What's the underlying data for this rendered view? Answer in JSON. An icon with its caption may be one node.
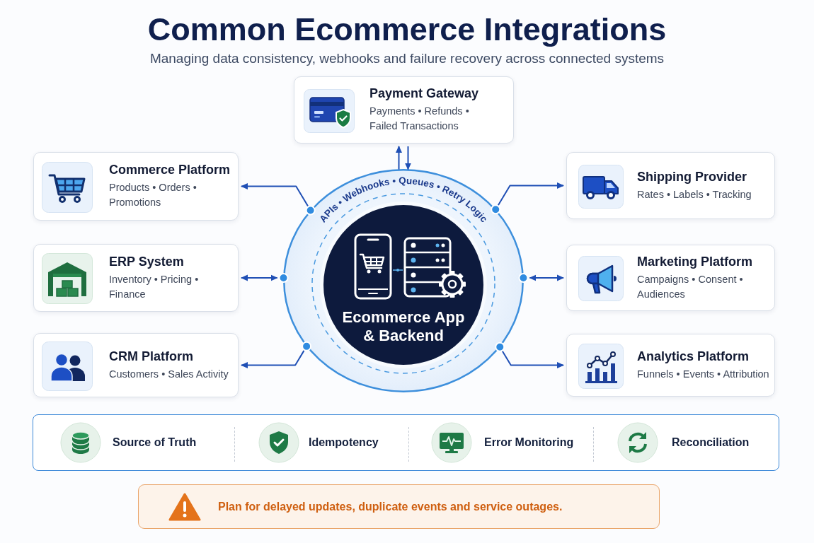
{
  "diagram": {
    "title": "Common Ecommerce Integrations",
    "nodes": [
      {
        "text": [
          "Payment Gateway",
          "Payments • Refunds • Failed Transactions"
        ]
      },
      {
        "text": [
          "Commerce Platform",
          "Products • Orders • Promotions"
        ]
      },
      {
        "text": [
          "Shipping Provider",
          "Rates • Labels • Tracking"
        ]
      },
      {
        "text": [
          "ERP System",
          "Inventory • Pricing • Finance"
        ]
      },
      {
        "text": [
          "Marketing Platform",
          "Campaigns • Consent • Audiences"
        ]
      },
      {
        "text": [
          "CRM Platform",
          "Customers • Sales Activity"
        ]
      },
      {
        "text": [
          "Analytics Platform",
          "Funnels • Events • Attribution"
        ]
      },
      {
        "text": [
          "APIs • Webhooks • Queues • Retry Logic"
        ]
      },
      {
        "text": [
          "Ecommerce App & Backend"
        ],
        "in": 7
      },
      {
        "text": [
          "Source of Truth",
          "Idempotency",
          "Error Monitoring",
          "Reconciliation"
        ]
      },
      {
        "text": [
          "Plan for delayed updates, duplicate events and service outages."
        ]
      }
    ],
    "edges": [
      {
        "from": 7,
        "to": 0,
        "arrow": "to"
      },
      {
        "from": 0,
        "to": 7,
        "arrow": "to"
      },
      {
        "from": 7,
        "to": 1,
        "arrow": "to"
      },
      {
        "from": 7,
        "to": 3,
        "arrow": "both"
      },
      {
        "from": 7,
        "to": 5,
        "arrow": "to"
      },
      {
        "from": 7,
        "to": 2,
        "arrow": "to"
      },
      {
        "from": 7,
        "to": 4,
        "arrow": "both"
      },
      {
        "from": 7,
        "to": 6,
        "arrow": "to"
      }
    ],
    "labels": [
      "Managing data consistency, webhooks and failure recovery across connected systems"
    ]
  }
}
